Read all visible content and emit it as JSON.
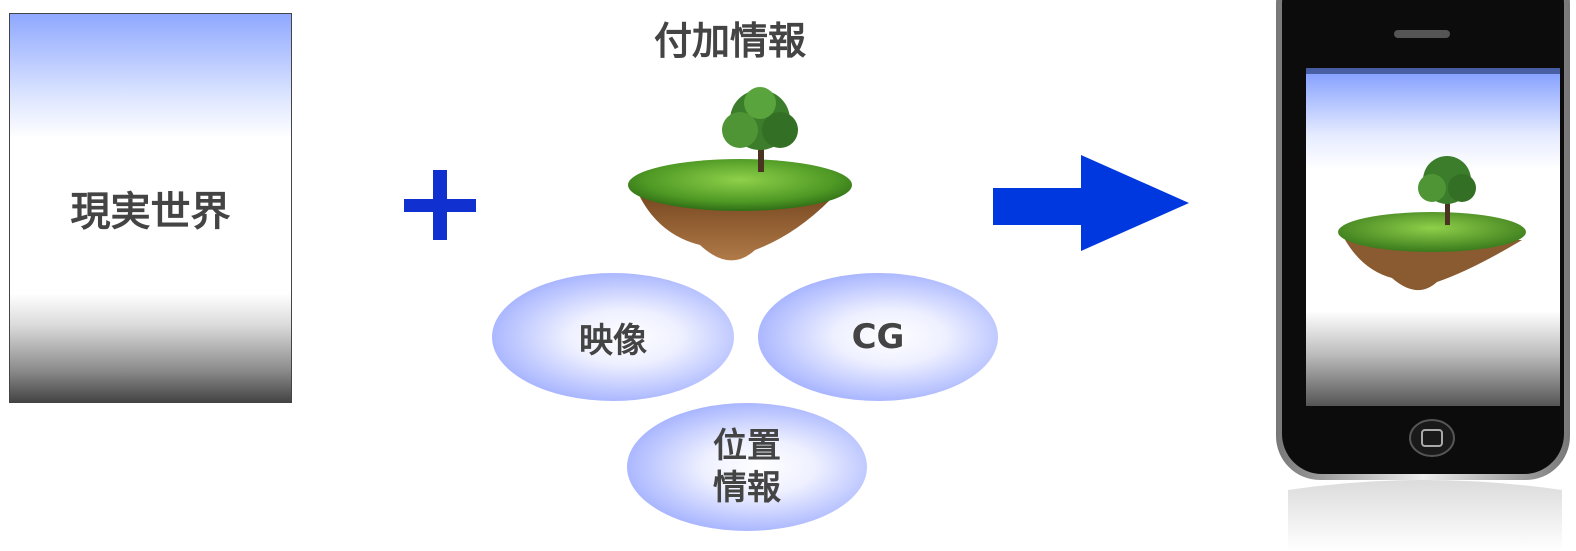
{
  "real_world": {
    "label": "現実世界"
  },
  "extra_info": {
    "title": "付加情報",
    "items": [
      {
        "label": "映像"
      },
      {
        "label": "CG"
      },
      {
        "label": "位置",
        "label2": "情報"
      }
    ]
  },
  "colors": {
    "accent_blue": "#1030d0",
    "ellipse_edge": "#5b73ff",
    "text": "#444444"
  },
  "icons": [
    "plus-icon",
    "floating-island-image",
    "right-arrow-icon",
    "smartphone-image"
  ]
}
